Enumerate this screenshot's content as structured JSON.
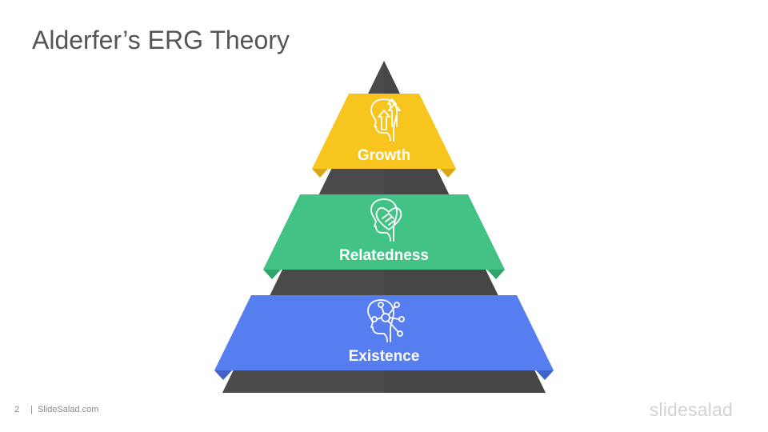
{
  "slide": {
    "title": "Alderfer’s ERG Theory"
  },
  "pyramid": {
    "tiers": [
      {
        "label": "Growth",
        "color": "#F7C51E",
        "shade": "#D9A816",
        "icon": "head-growth-arrows-icon"
      },
      {
        "label": "Relatedness",
        "color": "#43C285",
        "shade": "#2FA36C",
        "icon": "head-heart-handshake-icon"
      },
      {
        "label": "Existence",
        "color": "#577EF1",
        "shade": "#3F63C9",
        "icon": "head-network-nodes-icon"
      }
    ],
    "core_color": "#4A4A4A"
  },
  "footer": {
    "page_number": "2",
    "separator": "|",
    "site": "SlideSalad.com"
  },
  "brand": {
    "wordmark": "slidesalad"
  }
}
